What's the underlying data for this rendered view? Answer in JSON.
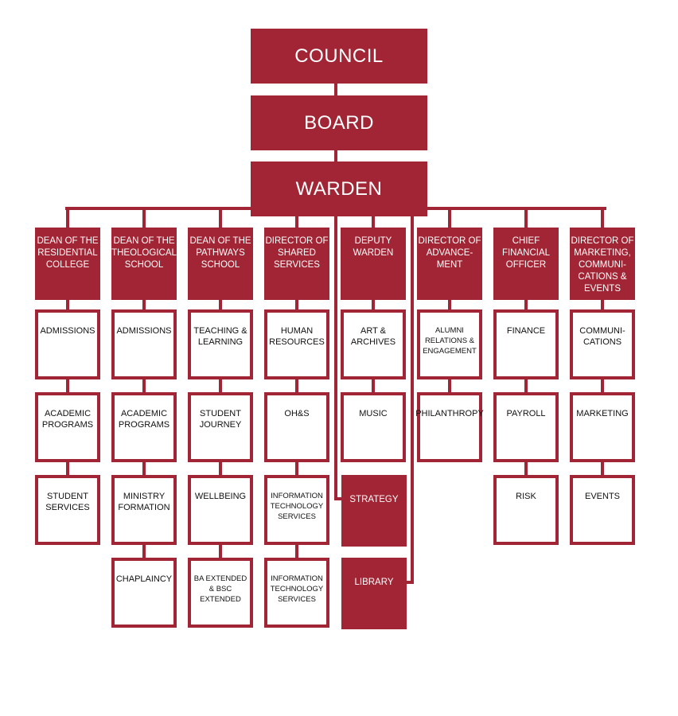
{
  "top": {
    "council": "COUNCIL",
    "board": "BOARD",
    "warden": "WARDEN"
  },
  "columns": [
    {
      "head": "DEAN OF THE RESIDENTIAL COLLEGE",
      "subs": [
        "ADMISSIONS",
        "ACADEMIC PROGRAMS",
        "STUDENT SERVICES"
      ]
    },
    {
      "head": "DEAN OF THE THEOLOGICAL SCHOOL",
      "subs": [
        "ADMISSIONS",
        "ACADEMIC PROGRAMS",
        "MINISTRY FORMATION",
        "CHAPLAINCY"
      ]
    },
    {
      "head": "DEAN OF THE PATHWAYS SCHOOL",
      "subs": [
        "TEACHING & LEARNING",
        "STUDENT JOURNEY",
        "WELLBEING",
        "BA EXTENDED & BSC EXTENDED"
      ]
    },
    {
      "head": "DIRECTOR OF SHARED SERVICES",
      "subs": [
        "HUMAN RESOURCES",
        "OH&S",
        "INFORMATION TECHNOLOGY SERVICES",
        "INFORMATION TECHNOLOGY SERVICES"
      ]
    },
    {
      "head": "DEPUTY WARDEN",
      "subs": [
        "ART & ARCHIVES",
        "MUSIC"
      ]
    },
    {
      "head": "DIRECTOR OF ADVANCE-MENT",
      "subs": [
        "ALUMNI RELATIONS & ENGAGEMENT",
        "PHILANTHROPY"
      ]
    },
    {
      "head": "CHIEF FINANCIAL OFFICER",
      "subs": [
        "FINANCE",
        "PAYROLL",
        "RISK"
      ]
    },
    {
      "head": "DIRECTOR OF MARKETING, COMMUNI-CATIONS & EVENTS",
      "subs": [
        "COMMUNI-CATIONS",
        "MARKETING",
        "EVENTS"
      ]
    }
  ],
  "warden_direct": [
    "STRATEGY",
    "LIBRARY"
  ],
  "colors": {
    "primary": "#a12534"
  }
}
